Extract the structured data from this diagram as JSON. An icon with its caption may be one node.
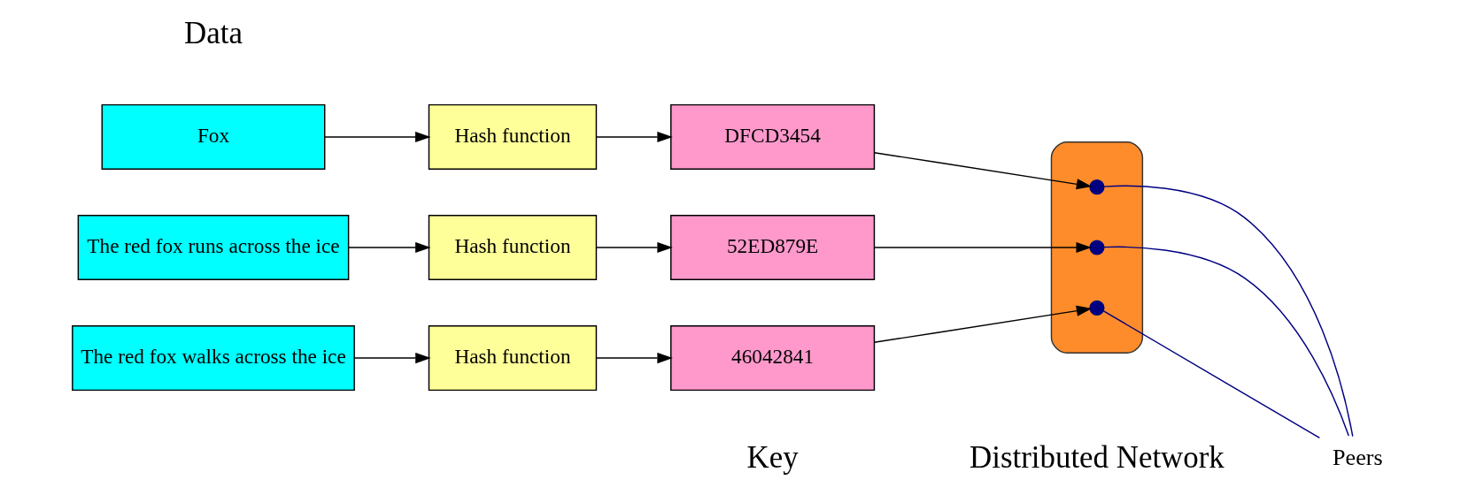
{
  "diagram": {
    "nodes": [
      {
        "text": [
          "Fox"
        ]
      },
      {
        "text": [
          "Hash function"
        ]
      },
      {
        "text": [
          "DFCD3454"
        ]
      },
      {
        "text": [
          "The red fox runs across the ice"
        ]
      },
      {
        "text": [
          "Hash function"
        ]
      },
      {
        "text": [
          "52ED879E"
        ]
      },
      {
        "text": [
          "The red fox walks across the ice"
        ]
      },
      {
        "text": [
          "Hash function"
        ]
      },
      {
        "text": [
          "46042841"
        ]
      },
      {
        "text": [],
        "shape": "cloud"
      },
      {
        "text": [],
        "shape": "circle",
        "in": 9
      },
      {
        "text": [],
        "shape": "circle",
        "in": 9
      },
      {
        "text": [],
        "shape": "circle",
        "in": 9
      },
      {
        "text": [
          "Peers"
        ]
      }
    ],
    "edges": [
      {
        "from": 0,
        "to": 1,
        "arrow": "to"
      },
      {
        "from": 1,
        "to": 2,
        "arrow": "to"
      },
      {
        "from": 2,
        "to": 10,
        "arrow": "to"
      },
      {
        "from": 3,
        "to": 4,
        "arrow": "to"
      },
      {
        "from": 4,
        "to": 5,
        "arrow": "to"
      },
      {
        "from": 5,
        "to": 11,
        "arrow": "to"
      },
      {
        "from": 6,
        "to": 7,
        "arrow": "to"
      },
      {
        "from": 7,
        "to": 8,
        "arrow": "to"
      },
      {
        "from": 8,
        "to": 12,
        "arrow": "to"
      },
      {
        "from": 13,
        "to": 10,
        "arrow": "none",
        "color": "#000080"
      },
      {
        "from": 13,
        "to": 11,
        "arrow": "none",
        "color": "#000080"
      },
      {
        "from": 13,
        "to": 12,
        "arrow": "none",
        "color": "#000080"
      }
    ],
    "labels": [
      "Data",
      "Key",
      "Distributed Network"
    ]
  }
}
